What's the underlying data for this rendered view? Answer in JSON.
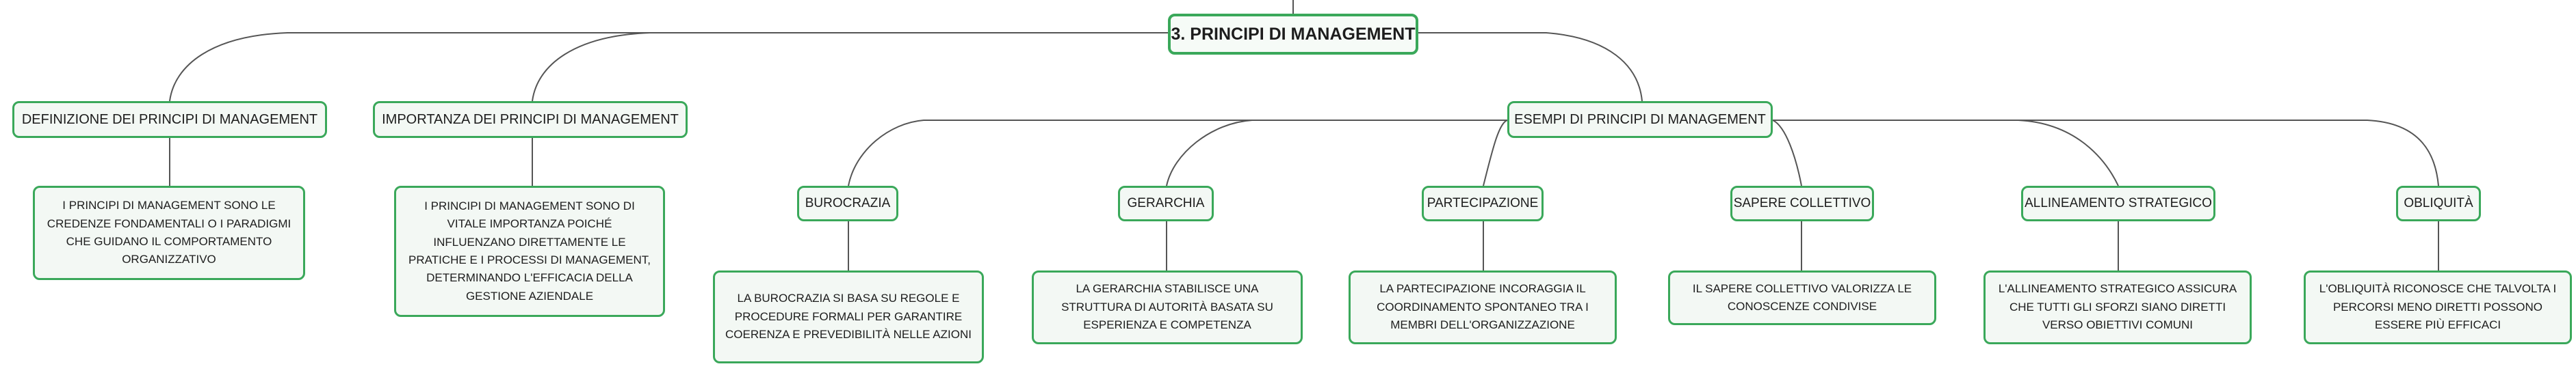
{
  "mindmap": {
    "root": {
      "label": "3. PRINCIPI DI MANAGEMENT"
    },
    "definizione": {
      "label": "DEFINIZIONE DEI PRINCIPI DI MANAGEMENT",
      "description": "I PRINCIPI DI MANAGEMENT SONO LE CREDENZE FONDAMENTALI O I PARADIGMI CHE GUIDANO IL COMPORTAMENTO ORGANIZZATIVO"
    },
    "importanza": {
      "label": "IMPORTANZA DEI PRINCIPI DI MANAGEMENT",
      "description": "I PRINCIPI DI MANAGEMENT SONO DI VITALE IMPORTANZA POICHÉ INFLUENZANO DIRETTAMENTE LE PRATICHE E I PROCESSI DI MANAGEMENT, DETERMINANDO L'EFFICACIA DELLA GESTIONE AZIENDALE"
    },
    "esempi": {
      "label": "ESEMPI DI PRINCIPI DI MANAGEMENT",
      "children": [
        {
          "label": "BUROCRAZIA",
          "description": "LA BUROCRAZIA SI BASA SU REGOLE E PROCEDURE FORMALI PER GARANTIRE COERENZA E PREVEDIBILITÀ NELLE AZIONI"
        },
        {
          "label": "GERARCHIA",
          "description": "LA GERARCHIA STABILISCE UNA STRUTTURA DI AUTORITÀ BASATA SU ESPERIENZA E COMPETENZA"
        },
        {
          "label": "PARTECIPAZIONE",
          "description": "LA PARTECIPAZIONE INCORAGGIA IL COORDINAMENTO SPONTANEO TRA I MEMBRI DELL'ORGANIZZAZIONE"
        },
        {
          "label": "SAPERE COLLETTIVO",
          "description": "IL SAPERE COLLETTIVO VALORIZZA LE CONOSCENZE CONDIVISE"
        },
        {
          "label": "ALLINEAMENTO STRATEGICO",
          "description": "L'ALLINEAMENTO STRATEGICO ASSICURA CHE TUTTI GLI SFORZI SIANO DIRETTI VERSO OBIETTIVI COMUNI"
        },
        {
          "label": "OBLIQUITÀ",
          "description": "L'OBLIQUITÀ RICONOSCE CHE TALVOLTA I PERCORSI MENO DIRETTI POSSONO ESSERE PIÙ EFFICACI"
        }
      ]
    }
  }
}
